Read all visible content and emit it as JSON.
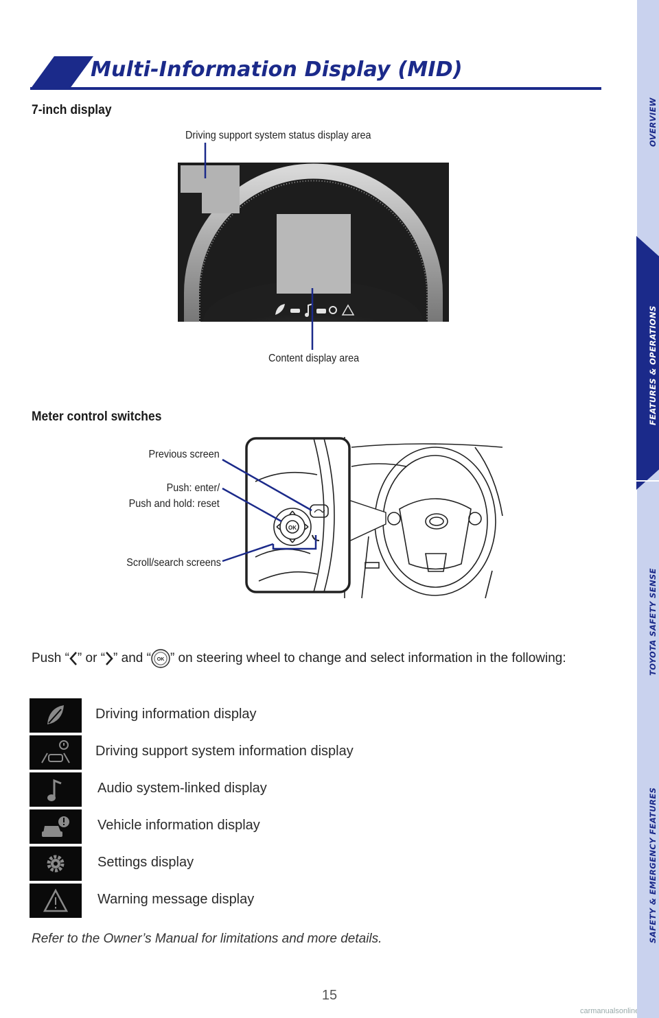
{
  "header": {
    "title": "Multi-Information Display (MID)"
  },
  "mid": {
    "heading": "7-inch display",
    "callout_top": "Driving support system status display area",
    "callout_bottom": "Content display area"
  },
  "meter": {
    "heading": "Meter control switches",
    "callout_previous": "Previous screen",
    "callout_push_1": "Push: enter/",
    "callout_push_2": "Push and hold: reset",
    "callout_scroll": "Scroll/search screens",
    "ok_label": "OK"
  },
  "push_text": {
    "p1": "Push “",
    "p2": "” or “",
    "p3": "” and “",
    "p4": "” on steering wheel to change and select information in the following:"
  },
  "info_items": [
    {
      "label": "Driving information display",
      "icon": "leaf-icon"
    },
    {
      "label": "Driving support system information display",
      "icon": "driving-support-icon"
    },
    {
      "label": "Audio system-linked display",
      "icon": "music-note-icon"
    },
    {
      "label": "Vehicle information display",
      "icon": "vehicle-info-icon"
    },
    {
      "label": "Settings display",
      "icon": "gear-icon"
    },
    {
      "label": "Warning message display",
      "icon": "warning-icon"
    }
  ],
  "footnote": "Refer to the Owner’s Manual for limitations and more details.",
  "page_number": "15",
  "sidebar": {
    "tabs": [
      "OVERVIEW",
      "FEATURES & OPERATIONS",
      "TOYOTA SAFETY SENSE",
      "SAFETY & EMERGENCY FEATURES"
    ]
  },
  "watermark": "carmanualsonline.info",
  "colors": {
    "brand_blue": "#1b2a8a",
    "sidebar_light": "#c9d2ee"
  }
}
